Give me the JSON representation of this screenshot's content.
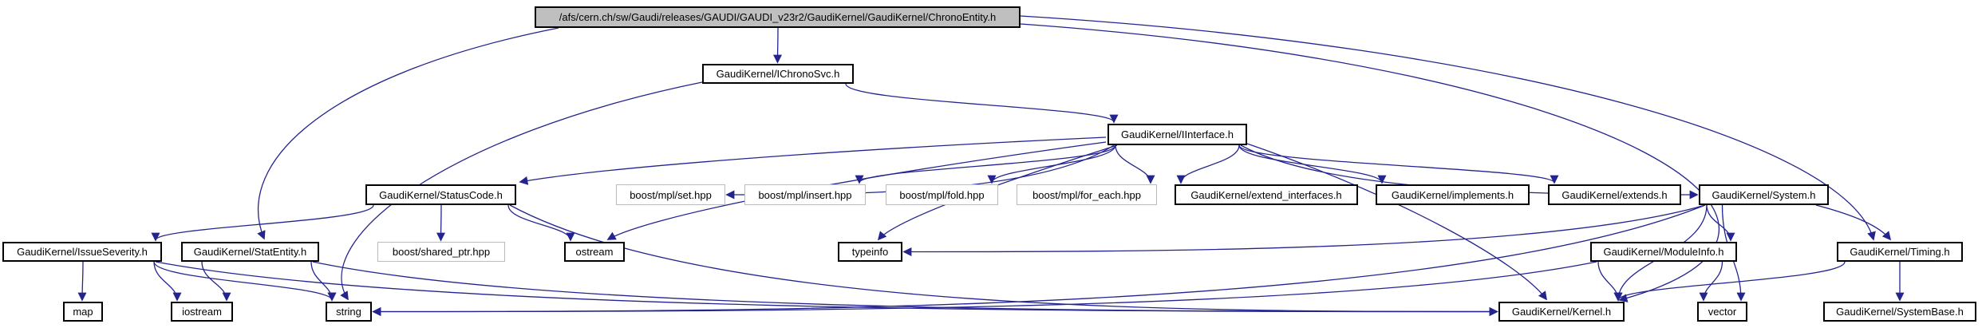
{
  "graph": {
    "nodes": [
      {
        "id": "chrono_entity",
        "label": "/afs/cern.ch/sw/Gaudi/releases/GAUDI/GAUDI_v23r2/GaudiKernel/GaudiKernel/ChronoEntity.h",
        "type": "current"
      },
      {
        "id": "ichronosvc",
        "label": "GaudiKernel/IChronoSvc.h",
        "type": "internal"
      },
      {
        "id": "iinterface",
        "label": "GaudiKernel/IInterface.h",
        "type": "internal"
      },
      {
        "id": "statuscode",
        "label": "GaudiKernel/StatusCode.h",
        "type": "internal"
      },
      {
        "id": "mpl_set",
        "label": "boost/mpl/set.hpp",
        "type": "external"
      },
      {
        "id": "mpl_insert",
        "label": "boost/mpl/insert.hpp",
        "type": "external"
      },
      {
        "id": "mpl_fold",
        "label": "boost/mpl/fold.hpp",
        "type": "external"
      },
      {
        "id": "mpl_for_each",
        "label": "boost/mpl/for_each.hpp",
        "type": "external"
      },
      {
        "id": "extend_interfaces",
        "label": "GaudiKernel/extend_interfaces.h",
        "type": "internal"
      },
      {
        "id": "implements",
        "label": "GaudiKernel/implements.h",
        "type": "internal"
      },
      {
        "id": "extends",
        "label": "GaudiKernel/extends.h",
        "type": "internal"
      },
      {
        "id": "system",
        "label": "GaudiKernel/System.h",
        "type": "internal"
      },
      {
        "id": "issueseverity",
        "label": "GaudiKernel/IssueSeverity.h",
        "type": "internal"
      },
      {
        "id": "statentity",
        "label": "GaudiKernel/StatEntity.h",
        "type": "internal"
      },
      {
        "id": "shared_ptr",
        "label": "boost/shared_ptr.hpp",
        "type": "external"
      },
      {
        "id": "ostream",
        "label": "ostream",
        "type": "internal"
      },
      {
        "id": "typeinfo",
        "label": "typeinfo",
        "type": "internal"
      },
      {
        "id": "moduleinfo",
        "label": "GaudiKernel/ModuleInfo.h",
        "type": "internal"
      },
      {
        "id": "timing",
        "label": "GaudiKernel/Timing.h",
        "type": "internal"
      },
      {
        "id": "map",
        "label": "map",
        "type": "internal"
      },
      {
        "id": "iostream",
        "label": "iostream",
        "type": "internal"
      },
      {
        "id": "string",
        "label": "string",
        "type": "internal"
      },
      {
        "id": "kernel",
        "label": "GaudiKernel/Kernel.h",
        "type": "internal"
      },
      {
        "id": "vector",
        "label": "vector",
        "type": "internal"
      },
      {
        "id": "systembase",
        "label": "GaudiKernel/SystemBase.h",
        "type": "internal"
      }
    ],
    "edges": [
      {
        "from": "chrono_entity",
        "to": "ichronosvc"
      },
      {
        "from": "chrono_entity",
        "to": "statentity"
      },
      {
        "from": "chrono_entity",
        "to": "timing"
      },
      {
        "from": "chrono_entity",
        "to": "kernel"
      },
      {
        "from": "ichronosvc",
        "to": "iinterface"
      },
      {
        "from": "ichronosvc",
        "to": "string"
      },
      {
        "from": "iinterface",
        "to": "statuscode"
      },
      {
        "from": "iinterface",
        "to": "mpl_set"
      },
      {
        "from": "iinterface",
        "to": "mpl_insert"
      },
      {
        "from": "iinterface",
        "to": "mpl_fold"
      },
      {
        "from": "iinterface",
        "to": "mpl_for_each"
      },
      {
        "from": "iinterface",
        "to": "extend_interfaces"
      },
      {
        "from": "iinterface",
        "to": "implements"
      },
      {
        "from": "iinterface",
        "to": "extends"
      },
      {
        "from": "iinterface",
        "to": "system"
      },
      {
        "from": "iinterface",
        "to": "ostream"
      },
      {
        "from": "iinterface",
        "to": "typeinfo"
      },
      {
        "from": "iinterface",
        "to": "kernel"
      },
      {
        "from": "statuscode",
        "to": "issueseverity"
      },
      {
        "from": "statuscode",
        "to": "shared_ptr"
      },
      {
        "from": "statuscode",
        "to": "ostream"
      },
      {
        "from": "statuscode",
        "to": "kernel"
      },
      {
        "from": "issueseverity",
        "to": "map"
      },
      {
        "from": "issueseverity",
        "to": "iostream"
      },
      {
        "from": "issueseverity",
        "to": "string"
      },
      {
        "from": "issueseverity",
        "to": "kernel"
      },
      {
        "from": "statentity",
        "to": "iostream"
      },
      {
        "from": "statentity",
        "to": "string"
      },
      {
        "from": "statentity",
        "to": "kernel"
      },
      {
        "from": "system",
        "to": "kernel"
      },
      {
        "from": "system",
        "to": "moduleinfo"
      },
      {
        "from": "system",
        "to": "timing"
      },
      {
        "from": "system",
        "to": "vector"
      },
      {
        "from": "system",
        "to": "typeinfo"
      },
      {
        "from": "system",
        "to": "string"
      },
      {
        "from": "moduleinfo",
        "to": "kernel"
      },
      {
        "from": "moduleinfo",
        "to": "string"
      },
      {
        "from": "moduleinfo",
        "to": "vector"
      },
      {
        "from": "timing",
        "to": "kernel"
      },
      {
        "from": "timing",
        "to": "systembase"
      }
    ],
    "colors": {
      "edge": "#24248f",
      "node_border": "#000000",
      "external_border": "#bcbcbc",
      "current_fill": "#bfbfbf",
      "node_fill": "#ffffff",
      "text": "#000000",
      "background": "#ffffff"
    }
  }
}
